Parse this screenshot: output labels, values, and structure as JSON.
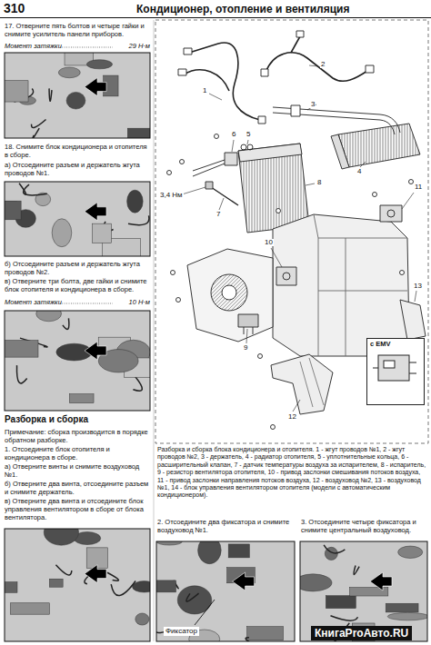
{
  "diagram": {
    "title": "Кондиционер, отопление и вентиляция",
    "caption": "Разборка и сборка блока кондиционера и отопителя. 1 - жгут проводов №1, 2 - жгут проводов №2, 3 - держатель, 4 - радиатор отопителя, 5 - уплотнительные кольца, 6 - расширительный клапан, 7 - датчик температуры воздуха за испарителем, 8 - испаритель, 9 - резистор вентилятора отопителя, 10 - привод заслонки смешивания потоков воздуха, 11 - привод заслонки направления потоков воздуха, 12 - воздуховод №2, 13 - воздуховод №1, 14 - блок управления вентилятором отопителя (модели с автоматическим кондиционером).",
    "nodes": [
      {
        "text": [
          "с EMV"
        ]
      }
    ],
    "labels": [
      "310",
      "17. Отверните пять болтов и четыре гайки и снимите усилитель панели приборов.",
      "Момент затяжки",
      "29 Н·м",
      "18. Снимите блок кондиционера и отопителя в сборе.",
      "а) Отсоедините разъем и держатель жгута проводов №1.",
      "б) Отсоедините разъем и держатель жгута проводов №2.",
      "в) Отверните три болта, две гайки и снимите блок отопителя и кондиционера в сборе.",
      "Момент затяжки",
      "10 Н·м",
      "Разборка и сборка",
      "Примечание: сборка производится в порядке обратном разборке.",
      "1. Отсоедините блок отопителя и кондиционера в сборе.",
      "а) Отверните винты и снимите воздуховод №1.",
      "б) Отверните два винта, отсоедините разъем и снимите держатель.",
      "в) Отверните два винта и отсоедините блок управления вентилятором в сборе от блока вентилятора.",
      "1",
      "2",
      "3",
      "4",
      "5",
      "6",
      "7",
      "8",
      "3,4 Нм",
      "11",
      "10",
      "9",
      "13",
      "12",
      "2. Отсоедините два фиксатора и снимите воздуховод №1.",
      "3. Отсоедините четыре фиксатора и снимите центральный воздуховод.",
      "Фиксатор",
      "КнигаProАвто.RU"
    ]
  }
}
